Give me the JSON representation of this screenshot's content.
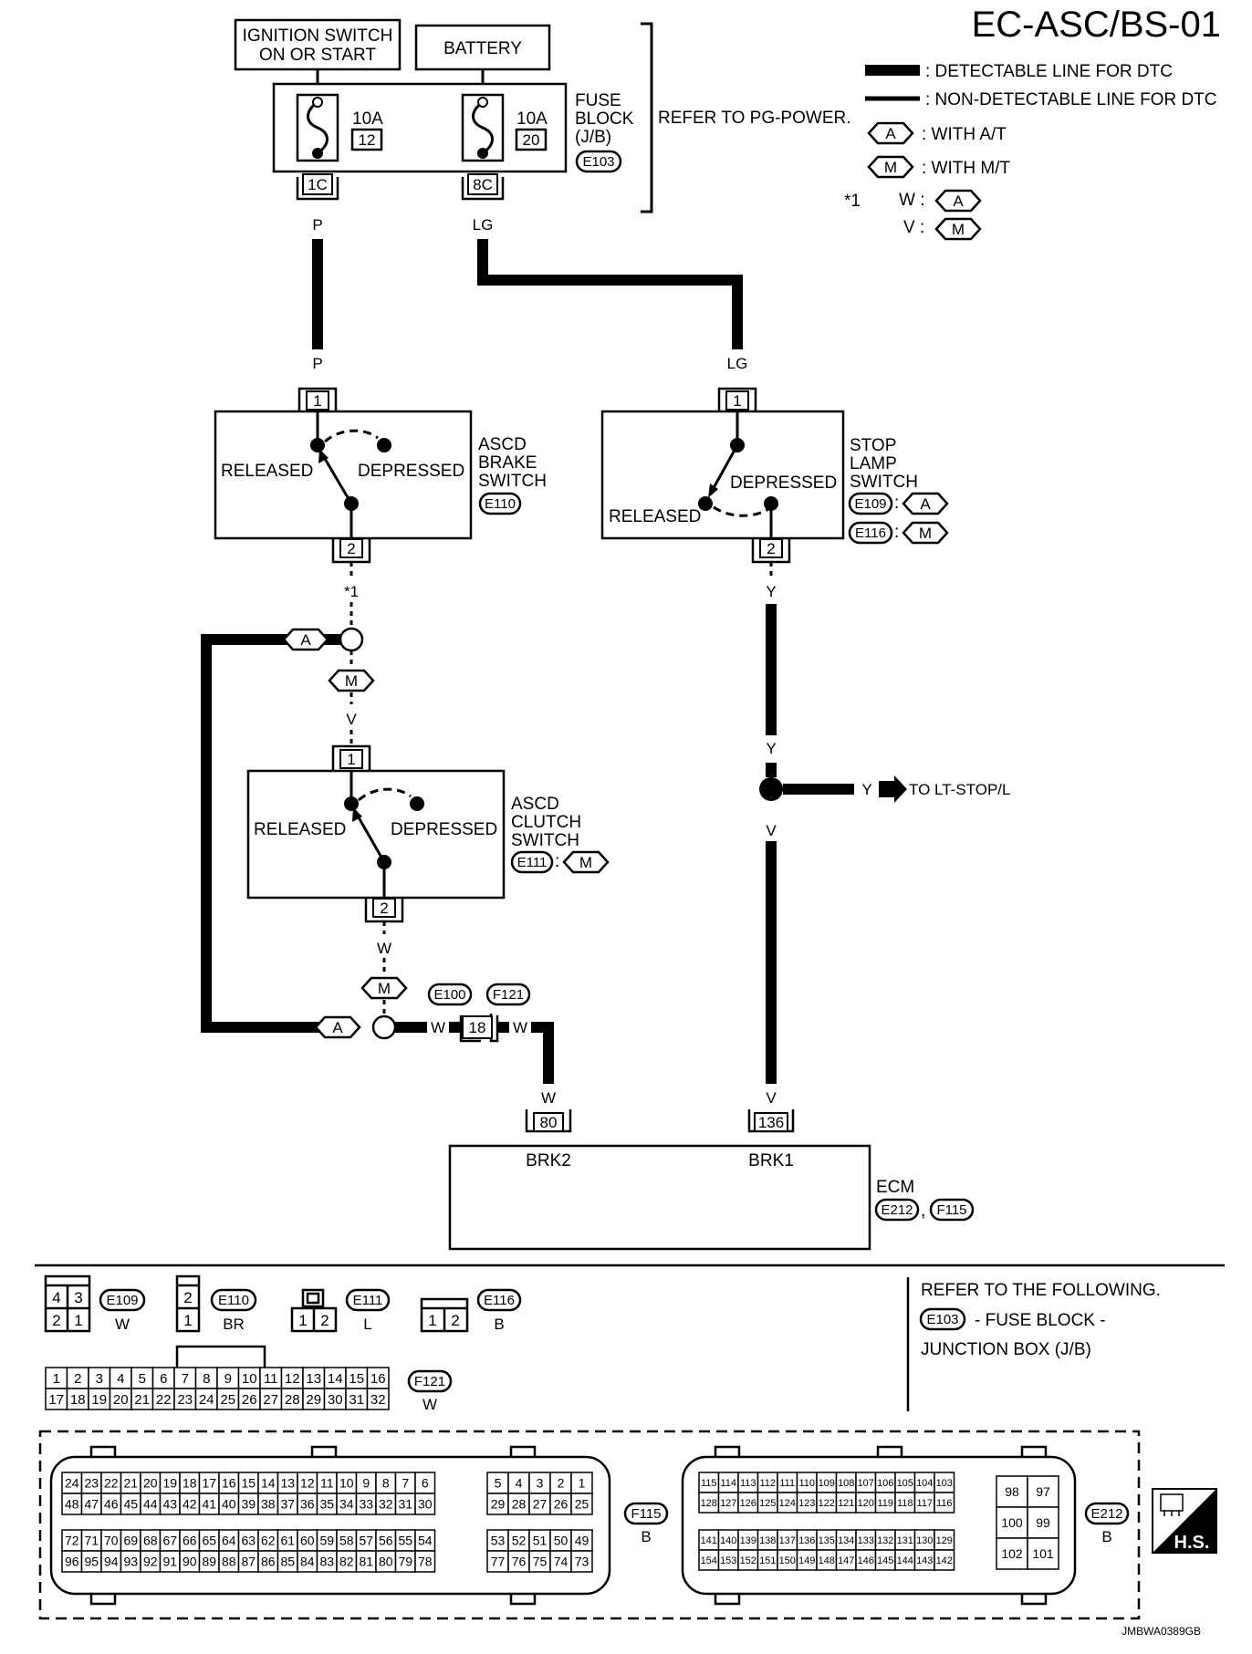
{
  "header": {
    "title": "EC-ASC/BS-01",
    "refer_power": "REFER TO PG-POWER.",
    "legend_detectable": ": DETECTABLE LINE FOR DTC",
    "legend_non_detectable": ": NON-DETECTABLE LINE FOR DTC",
    "legend_at_symbol": "A",
    "legend_at_label": ": WITH A/T",
    "legend_mt_symbol": "M",
    "legend_mt_label": ": WITH M/T",
    "note_mark": "*1",
    "note_w": "W :",
    "note_v": "V :"
  },
  "sources": {
    "ignition_line1": "IGNITION SWITCH",
    "ignition_line2": "ON OR START",
    "battery": "BATTERY"
  },
  "fuse_block": {
    "label_line1": "FUSE",
    "label_line2": "BLOCK",
    "label_line3": "(J/B)",
    "connector": "E103",
    "fuse1_rating": "10A",
    "fuse1_number": "12",
    "fuse2_rating": "10A",
    "fuse2_number": "20",
    "terminal1": "1C",
    "terminal2": "8C"
  },
  "wires": {
    "p": "P",
    "lg": "LG",
    "y": "Y",
    "v": "V",
    "w": "W"
  },
  "brake_switch": {
    "name_line1": "ASCD",
    "name_line2": "BRAKE",
    "name_line3": "SWITCH",
    "connector": "E110",
    "released": "RELEASED",
    "depressed": "DEPRESSED",
    "pin_in": "1",
    "pin_out": "2"
  },
  "stop_lamp_switch": {
    "name_line1": "STOP",
    "name_line2": "LAMP",
    "name_line3": "SWITCH",
    "connector_at": "E109",
    "connector_mt": "E116",
    "released": "RELEASED",
    "depressed": "DEPRESSED",
    "pin_in": "1",
    "pin_out": "2"
  },
  "clutch_switch": {
    "name_line1": "ASCD",
    "name_line2": "CLUTCH",
    "name_line3": "SWITCH",
    "connector": "E111",
    "released": "RELEASED",
    "depressed": "DEPRESSED",
    "pin_in": "1",
    "pin_out": "2"
  },
  "branch": {
    "star_mark": "*1",
    "to_stop": "TO LT-STOP/L"
  },
  "joint": {
    "connector_left": "E100",
    "connector_right": "F121",
    "pin": "18"
  },
  "ecm": {
    "label": "ECM",
    "connector1": "E212",
    "connector2": "F115",
    "pin_brk2": "80",
    "pin_brk1": "136",
    "brk2": "BRK2",
    "brk1": "BRK1"
  },
  "connectors": {
    "e109": {
      "id": "E109",
      "color": "W",
      "pins": [
        "4",
        "3",
        "2",
        "1"
      ]
    },
    "e110": {
      "id": "E110",
      "color": "BR",
      "pins": [
        "2",
        "1"
      ]
    },
    "e111": {
      "id": "E111",
      "color": "L",
      "pins": [
        "1",
        "2"
      ]
    },
    "e116": {
      "id": "E116",
      "color": "B",
      "pins": [
        "1",
        "2"
      ]
    },
    "f121": {
      "id": "F121",
      "color": "W",
      "row1": [
        "1",
        "2",
        "3",
        "4",
        "5",
        "6",
        "7",
        "8",
        "9",
        "10",
        "11",
        "12",
        "13",
        "14",
        "15",
        "16"
      ],
      "row2": [
        "17",
        "18",
        "19",
        "20",
        "21",
        "22",
        "23",
        "24",
        "25",
        "26",
        "27",
        "28",
        "29",
        "30",
        "31",
        "32"
      ]
    },
    "f115": {
      "id": "F115",
      "color": "B",
      "row1": [
        "24",
        "23",
        "22",
        "21",
        "20",
        "19",
        "18",
        "17",
        "16",
        "15",
        "14",
        "13",
        "12",
        "11",
        "10",
        "9",
        "8",
        "7",
        "6"
      ],
      "row2": [
        "48",
        "47",
        "46",
        "45",
        "44",
        "43",
        "42",
        "41",
        "40",
        "39",
        "38",
        "37",
        "36",
        "35",
        "34",
        "33",
        "32",
        "31",
        "30"
      ],
      "row3": [
        "72",
        "71",
        "70",
        "69",
        "68",
        "67",
        "66",
        "65",
        "64",
        "63",
        "62",
        "61",
        "60",
        "59",
        "58",
        "57",
        "56",
        "55",
        "54"
      ],
      "row4": [
        "96",
        "95",
        "94",
        "93",
        "92",
        "91",
        "90",
        "89",
        "88",
        "87",
        "86",
        "85",
        "84",
        "83",
        "82",
        "81",
        "80",
        "79",
        "78"
      ],
      "row1b": [
        "5",
        "4",
        "3",
        "2",
        "1"
      ],
      "row2b": [
        "29",
        "28",
        "27",
        "26",
        "25"
      ],
      "row3b": [
        "53",
        "52",
        "51",
        "50",
        "49"
      ],
      "row4b": [
        "77",
        "76",
        "75",
        "74",
        "73"
      ]
    },
    "e212": {
      "id": "E212",
      "color": "B",
      "row1": [
        "115",
        "114",
        "113",
        "112",
        "111",
        "110",
        "109",
        "108",
        "107",
        "106",
        "105",
        "104",
        "103"
      ],
      "row2": [
        "128",
        "127",
        "126",
        "125",
        "124",
        "123",
        "122",
        "121",
        "120",
        "119",
        "118",
        "117",
        "116"
      ],
      "row3": [
        "141",
        "140",
        "139",
        "138",
        "137",
        "136",
        "135",
        "134",
        "133",
        "132",
        "131",
        "130",
        "129"
      ],
      "row4": [
        "154",
        "153",
        "152",
        "151",
        "150",
        "149",
        "148",
        "147",
        "146",
        "145",
        "144",
        "143",
        "142"
      ],
      "big": [
        "98",
        "97",
        "100",
        "99",
        "102",
        "101"
      ]
    }
  },
  "refer": {
    "line1": "REFER TO THE FOLLOWING.",
    "connector": "E103",
    "line2": "- FUSE BLOCK -",
    "line3": "JUNCTION BOX (J/B)"
  },
  "badge": {
    "text": "H.S."
  },
  "footer": {
    "code": "JMBWA0389GB"
  }
}
